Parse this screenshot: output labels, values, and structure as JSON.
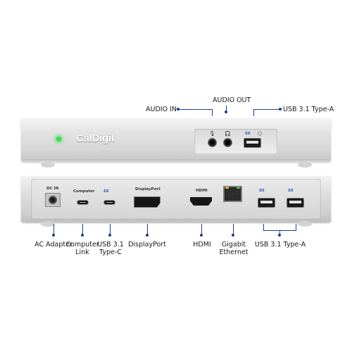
{
  "front": {
    "brand": "CalDigit",
    "callouts": {
      "audio_in": "AUDIO IN",
      "audio_out": "AUDIO OUT",
      "usb_a": "USB 3.1 Type-A"
    },
    "port_marks": {
      "usb": "SS"
    },
    "led_color": "#38e04a"
  },
  "rear": {
    "port_marks": {
      "dc_in": "DC IN",
      "computer": "Computer",
      "usb_c": "SS",
      "displayport": "DisplayPort",
      "hdmi": "HDMI",
      "usb_1": "SS",
      "usb_2": "SS"
    },
    "callouts": {
      "ac_adapter": "AC Adapter",
      "computer_link": [
        "Computer",
        "Link"
      ],
      "usb_c": [
        "USB 3.1",
        "Type-C"
      ],
      "displayport": "DisplayPort",
      "hdmi": "HDMI",
      "ethernet": [
        "Gigabit",
        "Ethernet"
      ],
      "usb_a": "USB 3.1 Type-A"
    }
  },
  "colors": {
    "callout_line": "#1d3f8a",
    "usb_mark": "#2f56b4"
  }
}
